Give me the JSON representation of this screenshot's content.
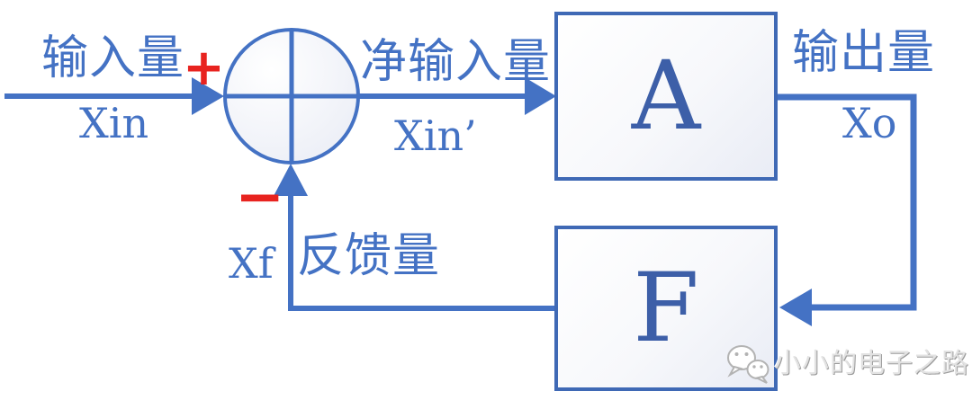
{
  "diagram_title": "negative-feedback-amplifier-block-diagram",
  "colors": {
    "wire_blue": "#4472c4",
    "block_border_blue": "#3f69b5",
    "block_letter_blue": "#3d5fa8",
    "sign_red": "#e8231f",
    "watermark_gray": "#bfbfbf",
    "background": "#ffffff"
  },
  "nodes": {
    "summing_junction": {
      "type": "circle-with-cross"
    },
    "amplifier_block": {
      "label": "A"
    },
    "feedback_block": {
      "label": "F"
    }
  },
  "signals": {
    "input": {
      "name": "输入量",
      "symbol": "Xin",
      "sign": "+"
    },
    "net_input": {
      "name": "净输入量",
      "symbol": "Xin’"
    },
    "output": {
      "name": "输出量",
      "symbol": "Xo"
    },
    "feedback": {
      "name": "反馈量",
      "symbol": "Xf",
      "sign": "−"
    }
  },
  "watermark": {
    "text": "小小的电子之路",
    "icon": "wechat-icon"
  }
}
